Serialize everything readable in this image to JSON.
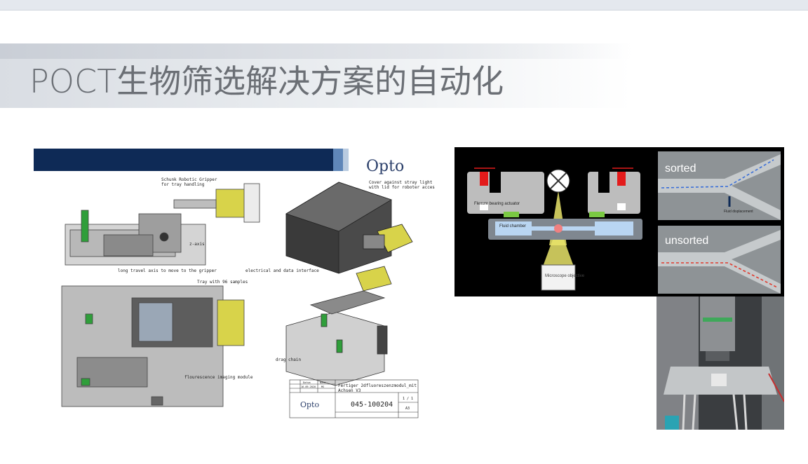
{
  "slide": {
    "title": "POCT生物筛选解决方案的自动化"
  },
  "drawing": {
    "logo": "Opto",
    "callouts": {
      "gripper": "Schunk Robotic Gripper\nfor tray handling",
      "cover": "Cover against stray light\nwith lid for roboter access",
      "z_axis": "z-axis",
      "long_travel": "long travel axis to move to the gripper",
      "tray": "Tray with 96 samples",
      "electrical": "electrical and data interface",
      "fluorescence": "flourescence imaging module",
      "drag_chain": "drag chain"
    },
    "title_block": {
      "col_datum": "Datum",
      "col_name": "Name",
      "date": "16.09.2020",
      "name": "MS",
      "description": "Fertiger 2dfluoreszenzmodul_mit\nAchsen V3",
      "part_number": "045-100204",
      "sheet": "1 / 1",
      "format": "A3",
      "logo": "Opto"
    }
  },
  "schematic": {
    "actuator_label": "Flexure bearing actuator",
    "chamber_label": "Fluid chamber",
    "objective_label": "Microscope objective",
    "sorted_label": "sorted",
    "unsorted_label": "unsorted",
    "fluid_label": "Fluid displacement",
    "colors": {
      "background": "#000000",
      "blue_path": "#3a6fd8",
      "red_path": "#e03a2e",
      "actuator_red": "#e31b1b",
      "pad_green": "#7ac943",
      "chamber_blue": "#b9d5f2"
    }
  }
}
